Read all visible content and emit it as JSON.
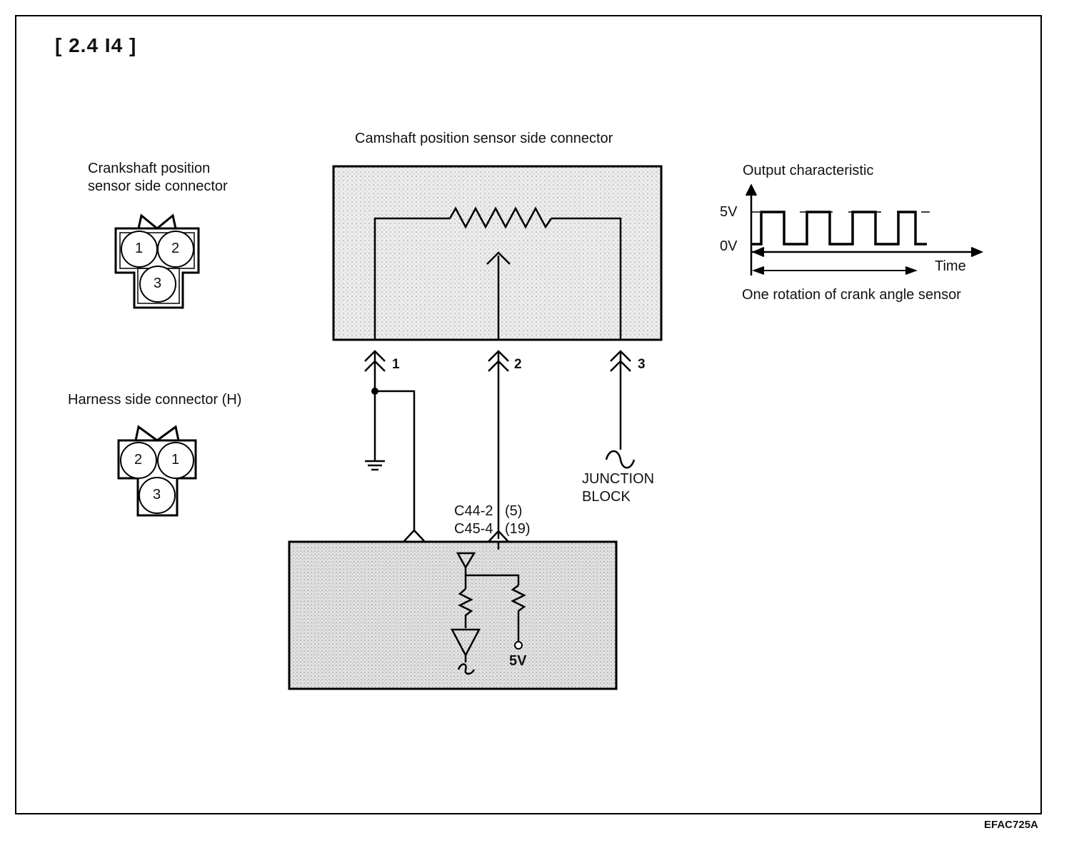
{
  "title": "[ 2.4 I4 ]",
  "camshaft_connector": {
    "label": "Camshaft position sensor side connector",
    "pins": [
      "1",
      "2",
      "3"
    ]
  },
  "crankshaft_connector": {
    "label_line1": "Crankshaft position",
    "label_line2": "sensor side connector",
    "pins": [
      "1",
      "2",
      "3"
    ]
  },
  "harness_connector": {
    "label": "Harness side connector (H)",
    "pins": [
      "2",
      "1",
      "3"
    ]
  },
  "junction_block": {
    "line1": "JUNCTION",
    "line2": "BLOCK"
  },
  "ecm_pins": {
    "line1_a": "C44-2",
    "line1_b": "(5)",
    "line2_a": "C45-4",
    "line2_b": "(19)"
  },
  "ecm_supply": "5V",
  "output_characteristic": {
    "title": "Output characteristic",
    "high_label": "5V",
    "low_label": "0V",
    "time_label": "Time",
    "caption": "One rotation of crank angle sensor"
  },
  "figure_id": "EFAC725A"
}
